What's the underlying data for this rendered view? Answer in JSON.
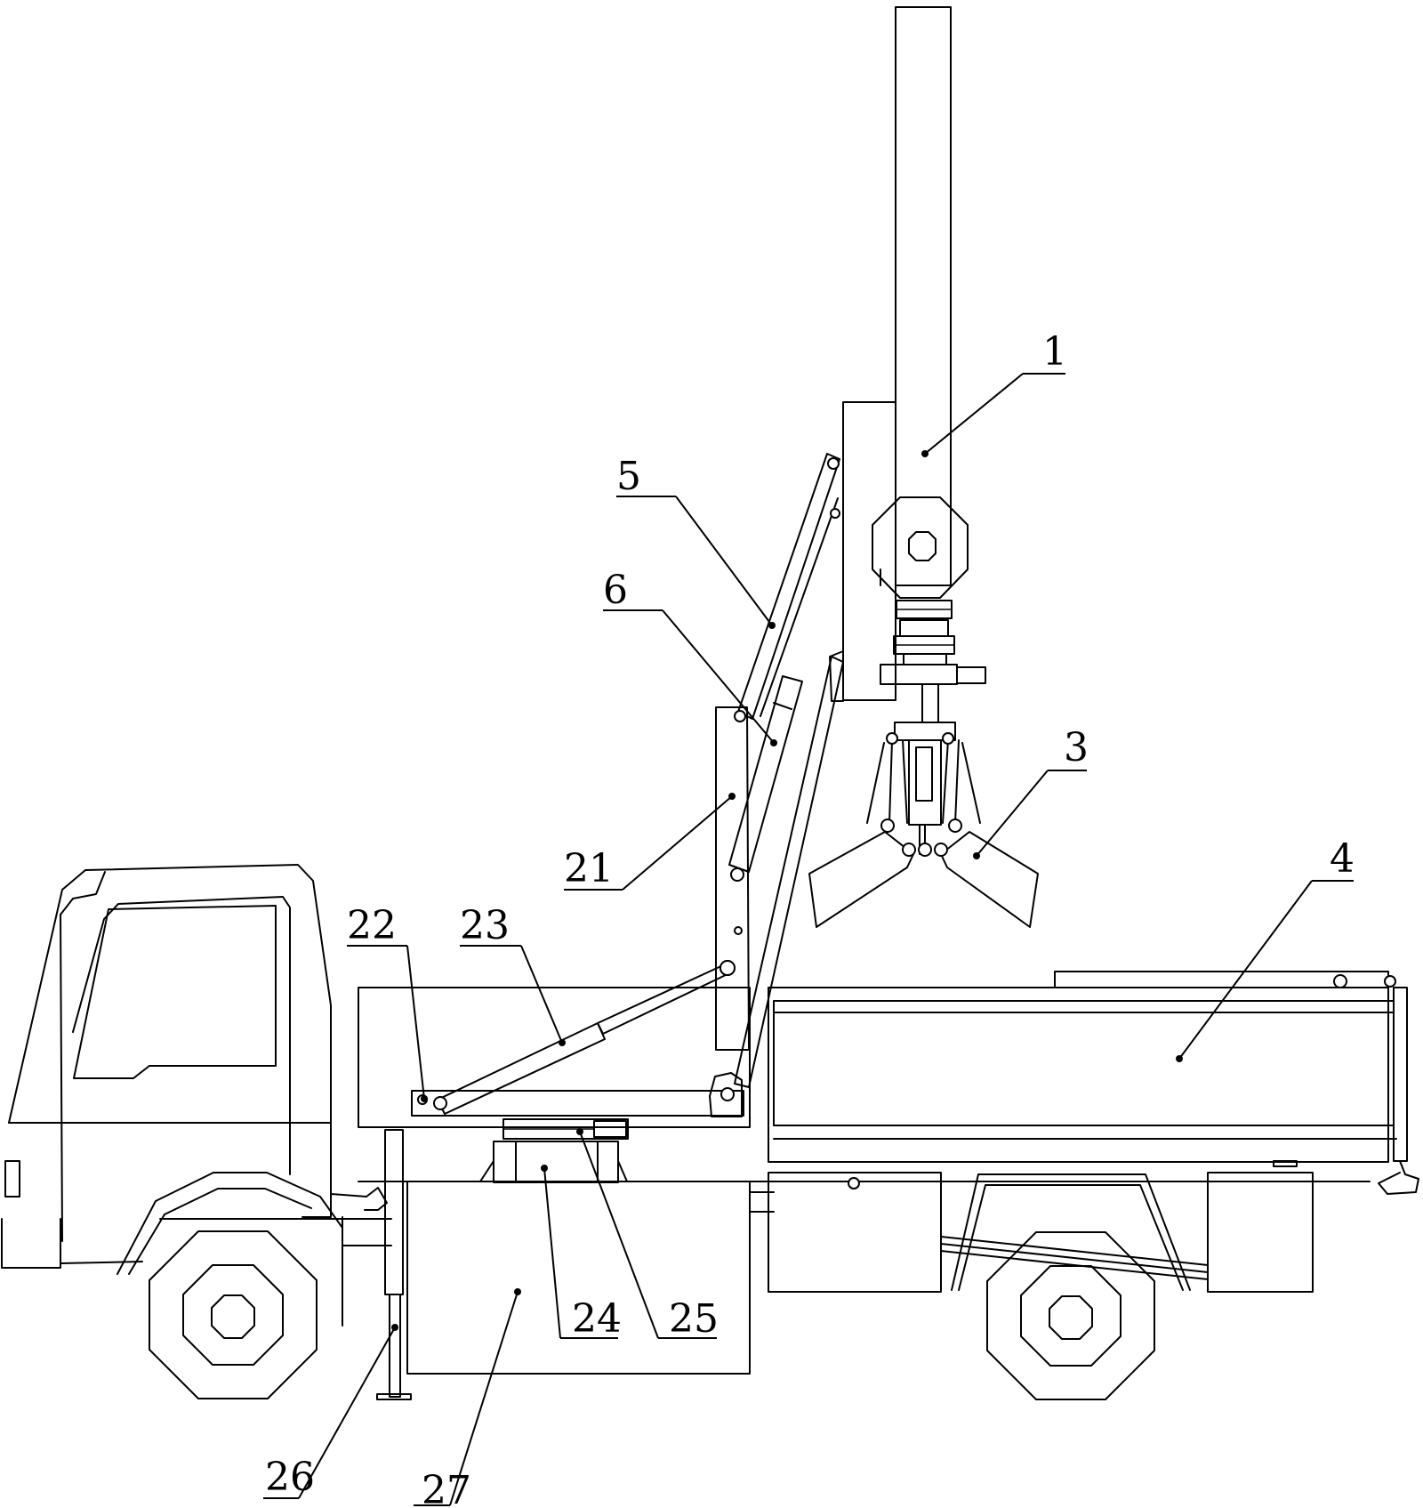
{
  "callouts": [
    {
      "id": "1",
      "text": "1"
    },
    {
      "id": "3",
      "text": "3"
    },
    {
      "id": "4",
      "text": "4"
    },
    {
      "id": "5",
      "text": "5"
    },
    {
      "id": "6",
      "text": "6"
    },
    {
      "id": "21",
      "text": "21"
    },
    {
      "id": "22",
      "text": "22"
    },
    {
      "id": "23",
      "text": "23"
    },
    {
      "id": "24",
      "text": "24"
    },
    {
      "id": "25",
      "text": "25"
    },
    {
      "id": "26",
      "text": "26"
    },
    {
      "id": "27",
      "text": "27"
    }
  ]
}
